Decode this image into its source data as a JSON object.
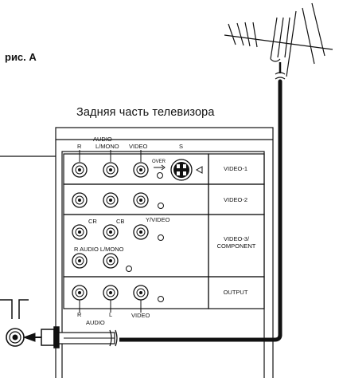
{
  "figure_label": "рис. A",
  "panel_caption": "Задняя часть телевизора",
  "rows": [
    {
      "label": "VIDEO-1"
    },
    {
      "label": "VIDEO-2"
    },
    {
      "label": "VIDEO-3/ COMPONENT"
    },
    {
      "label": "OUTPUT"
    }
  ],
  "jack_labels": {
    "audio_top": "AUDIO",
    "r_top": "R",
    "lmono_top": "L/MONO",
    "video_top": "VIDEO",
    "s_video": "S",
    "over": "OVER",
    "cr": "CR",
    "cb": "CB",
    "y_video": "Y/VIDEO",
    "audio_row3": "R AUDIO L/MONO",
    "r_bottom": "R",
    "audio_bottom": "AUDIO",
    "l_bottom": "L",
    "video_bottom": "VIDEO"
  }
}
